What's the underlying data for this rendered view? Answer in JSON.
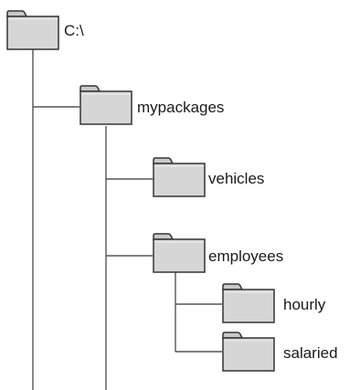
{
  "tree": {
    "root": {
      "label": "C:\\",
      "icon": "folder-icon"
    },
    "level1": {
      "label": "mypackages",
      "icon": "folder-icon"
    },
    "level2": [
      {
        "label": "vehicles",
        "icon": "folder-icon"
      },
      {
        "label": "employees",
        "icon": "folder-icon"
      }
    ],
    "level3": [
      {
        "label": "hourly",
        "icon": "folder-icon"
      },
      {
        "label": "salaried",
        "icon": "folder-icon"
      }
    ]
  },
  "colors": {
    "folder_fill": "#d6d6d6",
    "folder_tab": "#c9c9c9",
    "folder_stroke": "#333333",
    "line": "#555555"
  }
}
